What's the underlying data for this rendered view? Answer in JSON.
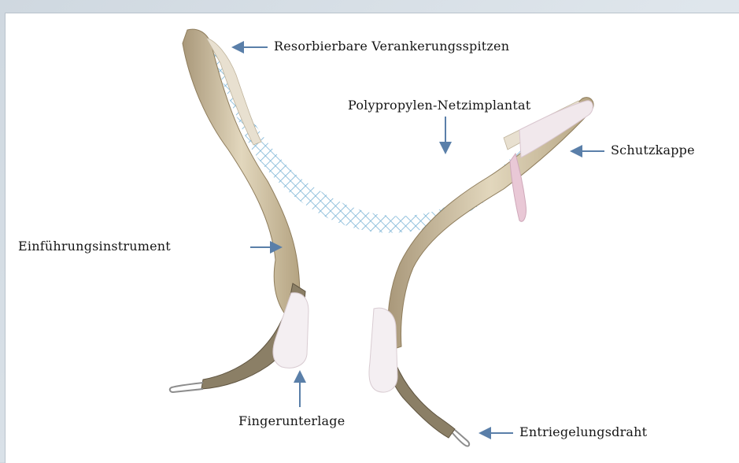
{
  "labels": {
    "anchor_tips": "Resorbierbare Verankerungsspitzen",
    "mesh": "Polypropylen-Netzimplantat",
    "protective_cap": "Schutzkappe",
    "inserter": "Einführungsinstrument",
    "finger_pad": "Fingerunterlage",
    "release_wire": "Entriegelungsdraht"
  },
  "colors": {
    "arrow": "#5a7fa9",
    "instrument": "#c9bc9c",
    "mesh": "#6aaad0",
    "cap": "#efe7ea",
    "pad": "#f5f1f3"
  }
}
